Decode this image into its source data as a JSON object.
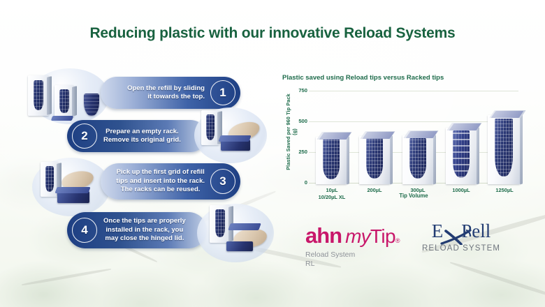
{
  "title": "Reducing plastic with our innovative Reload Systems",
  "steps": [
    {
      "number": "1",
      "lines": [
        "Open the refill by sliding",
        "it towards the top."
      ],
      "number_side": "right"
    },
    {
      "number": "2",
      "lines": [
        "Prepare an empty rack.",
        "Remove its original grid."
      ],
      "number_side": "left"
    },
    {
      "number": "3",
      "lines": [
        "Pick up the first grid of refill",
        "tips and insert into the rack.",
        "The racks can be reused."
      ],
      "number_side": "right"
    },
    {
      "number": "4",
      "lines": [
        "Once the tips are properly",
        "installed in the rack, you",
        "may close the hinged lid."
      ],
      "number_side": "left"
    }
  ],
  "chart_data": {
    "type": "bar",
    "title": "Plastic saved using Reload tips versus Racked tips",
    "xlabel": "Tip Volume",
    "ylabel": "Plastic Saved per 960 Tip Pack (g)",
    "categories": [
      "10µL\n10/20µL XL",
      "200µL",
      "300µL",
      "1000µL",
      "1250µL"
    ],
    "category_lines": [
      [
        "10µL",
        "10/20µL XL"
      ],
      [
        "200µL"
      ],
      [
        "300µL"
      ],
      [
        "1000µL"
      ],
      [
        "1250µL"
      ]
    ],
    "values": [
      385,
      390,
      395,
      460,
      560
    ],
    "ylim": [
      0,
      750
    ],
    "yticks": [
      0,
      250,
      500,
      750
    ],
    "ytick_labels": [
      "0",
      "250",
      "500",
      "750"
    ],
    "grid": true,
    "legend": "none",
    "series_color": "#27336f",
    "axis_text_color": "#1d6b4a"
  },
  "logos": {
    "ahn": {
      "brand": "ahn",
      "product_italic": "my",
      "product": "Tip",
      "registered": "®",
      "sub_line1": "Reload System",
      "sub_line2": "RL",
      "color": "#c8176a"
    },
    "expell": {
      "e": "E",
      "x": "X",
      "pell": "Pell",
      "sub": "RELOAD SYSTEM",
      "color": "#223c72"
    }
  },
  "theme": {
    "title_color": "#18623f",
    "bubble_dark": "#1e3f83",
    "bubble_light": "#cfd9ec",
    "background": "#eef4e7"
  }
}
